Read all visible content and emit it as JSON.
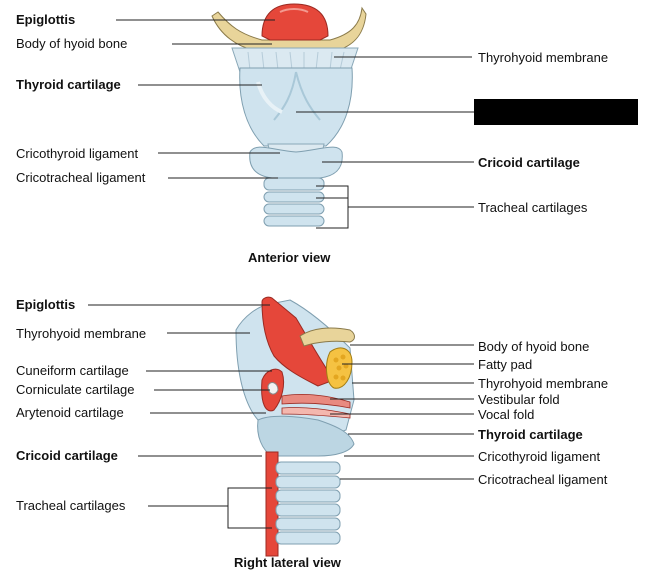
{
  "diagram": {
    "anterior": {
      "caption": "Anterior view",
      "left_labels": [
        {
          "id": "epiglottis",
          "text": "Epiglottis",
          "bold": true
        },
        {
          "id": "body-hyoid",
          "text": "Body of hyoid bone",
          "bold": false
        },
        {
          "id": "thyroid-cartilage",
          "text": "Thyroid cartilage",
          "bold": true
        },
        {
          "id": "cricothyroid-ligament",
          "text": "Cricothyroid ligament",
          "bold": false
        },
        {
          "id": "cricotracheal-ligament",
          "text": "Cricotracheal ligament",
          "bold": false
        }
      ],
      "right_labels": [
        {
          "id": "thyrohyoid-membrane",
          "text": "Thyrohyoid membrane",
          "bold": false
        },
        {
          "id": "redacted",
          "text": "",
          "bold": false
        },
        {
          "id": "cricoid-cartilage",
          "text": "Cricoid cartilage",
          "bold": true
        },
        {
          "id": "tracheal-cartilages",
          "text": "Tracheal cartilages",
          "bold": false
        }
      ]
    },
    "lateral": {
      "caption": "Right lateral view",
      "left_labels": [
        {
          "id": "epiglottis",
          "text": "Epiglottis",
          "bold": true
        },
        {
          "id": "thyrohyoid-membrane",
          "text": "Thyrohyoid membrane",
          "bold": false
        },
        {
          "id": "cuneiform-cartilage",
          "text": "Cuneiform cartilage",
          "bold": false
        },
        {
          "id": "corniculate-cartilage",
          "text": "Corniculate cartilage",
          "bold": false
        },
        {
          "id": "arytenoid-cartilage",
          "text": "Arytenoid cartilage",
          "bold": false
        },
        {
          "id": "cricoid-cartilage",
          "text": "Cricoid cartilage",
          "bold": true
        },
        {
          "id": "tracheal-cartilages",
          "text": "Tracheal cartilages",
          "bold": false
        }
      ],
      "right_labels": [
        {
          "id": "body-hyoid",
          "text": "Body of hyoid bone",
          "bold": false
        },
        {
          "id": "fatty-pad",
          "text": "Fatty pad",
          "bold": false
        },
        {
          "id": "thyrohyoid-membrane",
          "text": "Thyrohyoid membrane",
          "bold": false
        },
        {
          "id": "vestibular-fold",
          "text": "Vestibular fold",
          "bold": false
        },
        {
          "id": "vocal-fold",
          "text": "Vocal fold",
          "bold": false
        },
        {
          "id": "thyroid-cartilage",
          "text": "Thyroid cartilage",
          "bold": true
        },
        {
          "id": "cricothyroid-ligament",
          "text": "Cricothyroid ligament",
          "bold": false
        },
        {
          "id": "cricotracheal-ligament",
          "text": "Cricotracheal ligament",
          "bold": false
        }
      ]
    },
    "colors": {
      "cartilage": "#cfe3ee",
      "cartilage_dark": "#a9c8d8",
      "hyoid": "#e8d49a",
      "epiglottis": "#e5473a",
      "fat": "#f5c242",
      "line": "#222222"
    }
  }
}
